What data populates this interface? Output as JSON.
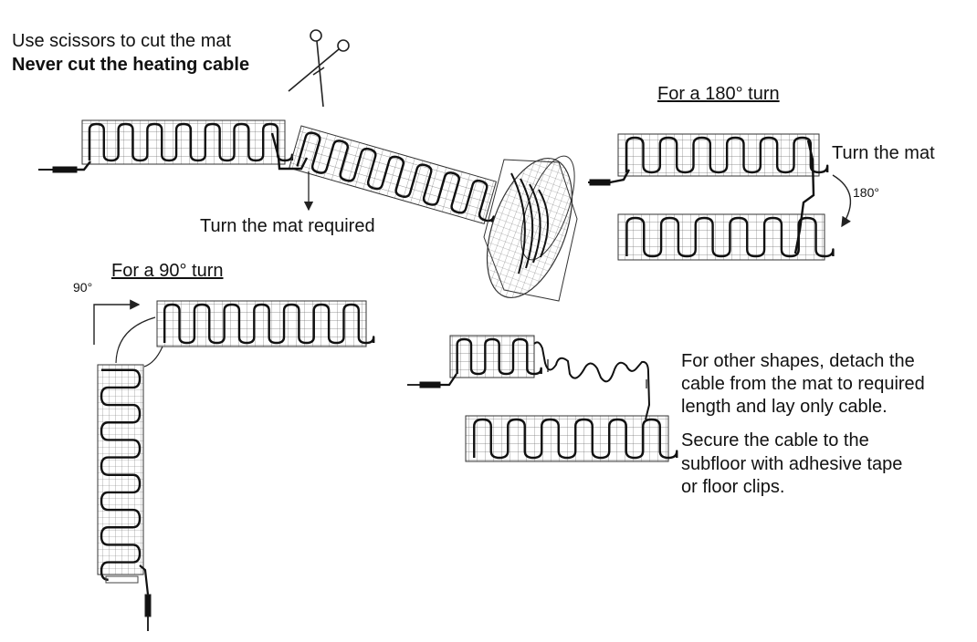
{
  "instructions": {
    "cut_line1": "Use scissors to cut the mat",
    "cut_line2": "Never cut the heating cable"
  },
  "labels": {
    "turn_mat_required": "Turn the mat required",
    "for_180": "For a 180° turn",
    "turn_the_mat": "Turn the mat",
    "deg_180": "180°",
    "for_90": "For a 90° turn",
    "deg_90": "90°"
  },
  "other_shapes": {
    "line1": "For other shapes, detach the",
    "line2": "cable from the mat to required",
    "line3": "length and lay only cable.",
    "line4": "Secure the cable to the",
    "line5": "subfloor with adhesive tape",
    "line6": "or floor clips."
  },
  "icons": [
    "scissors-icon",
    "curved-arrow-icon",
    "corner-arrow-icon"
  ]
}
